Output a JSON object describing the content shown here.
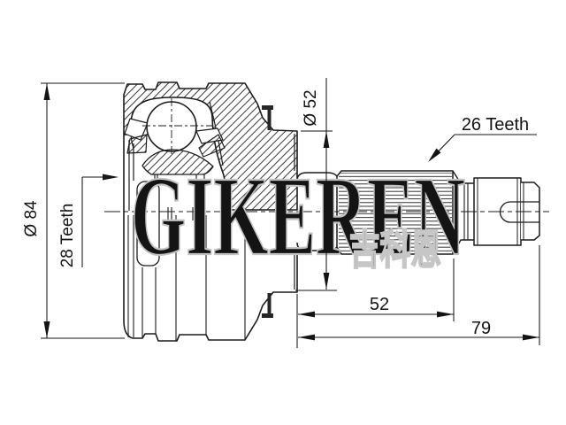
{
  "title": "CV joint outer race technical drawing",
  "watermark": {
    "brand": "GIKEREN",
    "brand_cjk": "吉科恩"
  },
  "dims": {
    "outer_diameter": "Ø 84",
    "inner_spline_teeth": "28 Teeth",
    "back_diameter": "Ø 52",
    "shaft_spline_teeth": "26 Teeth",
    "spline_length": "52",
    "overall_shaft_length": "79"
  },
  "colors": {
    "line": "#1c1c1c",
    "watermark": "#c3c3c3",
    "background": "#ffffff"
  }
}
